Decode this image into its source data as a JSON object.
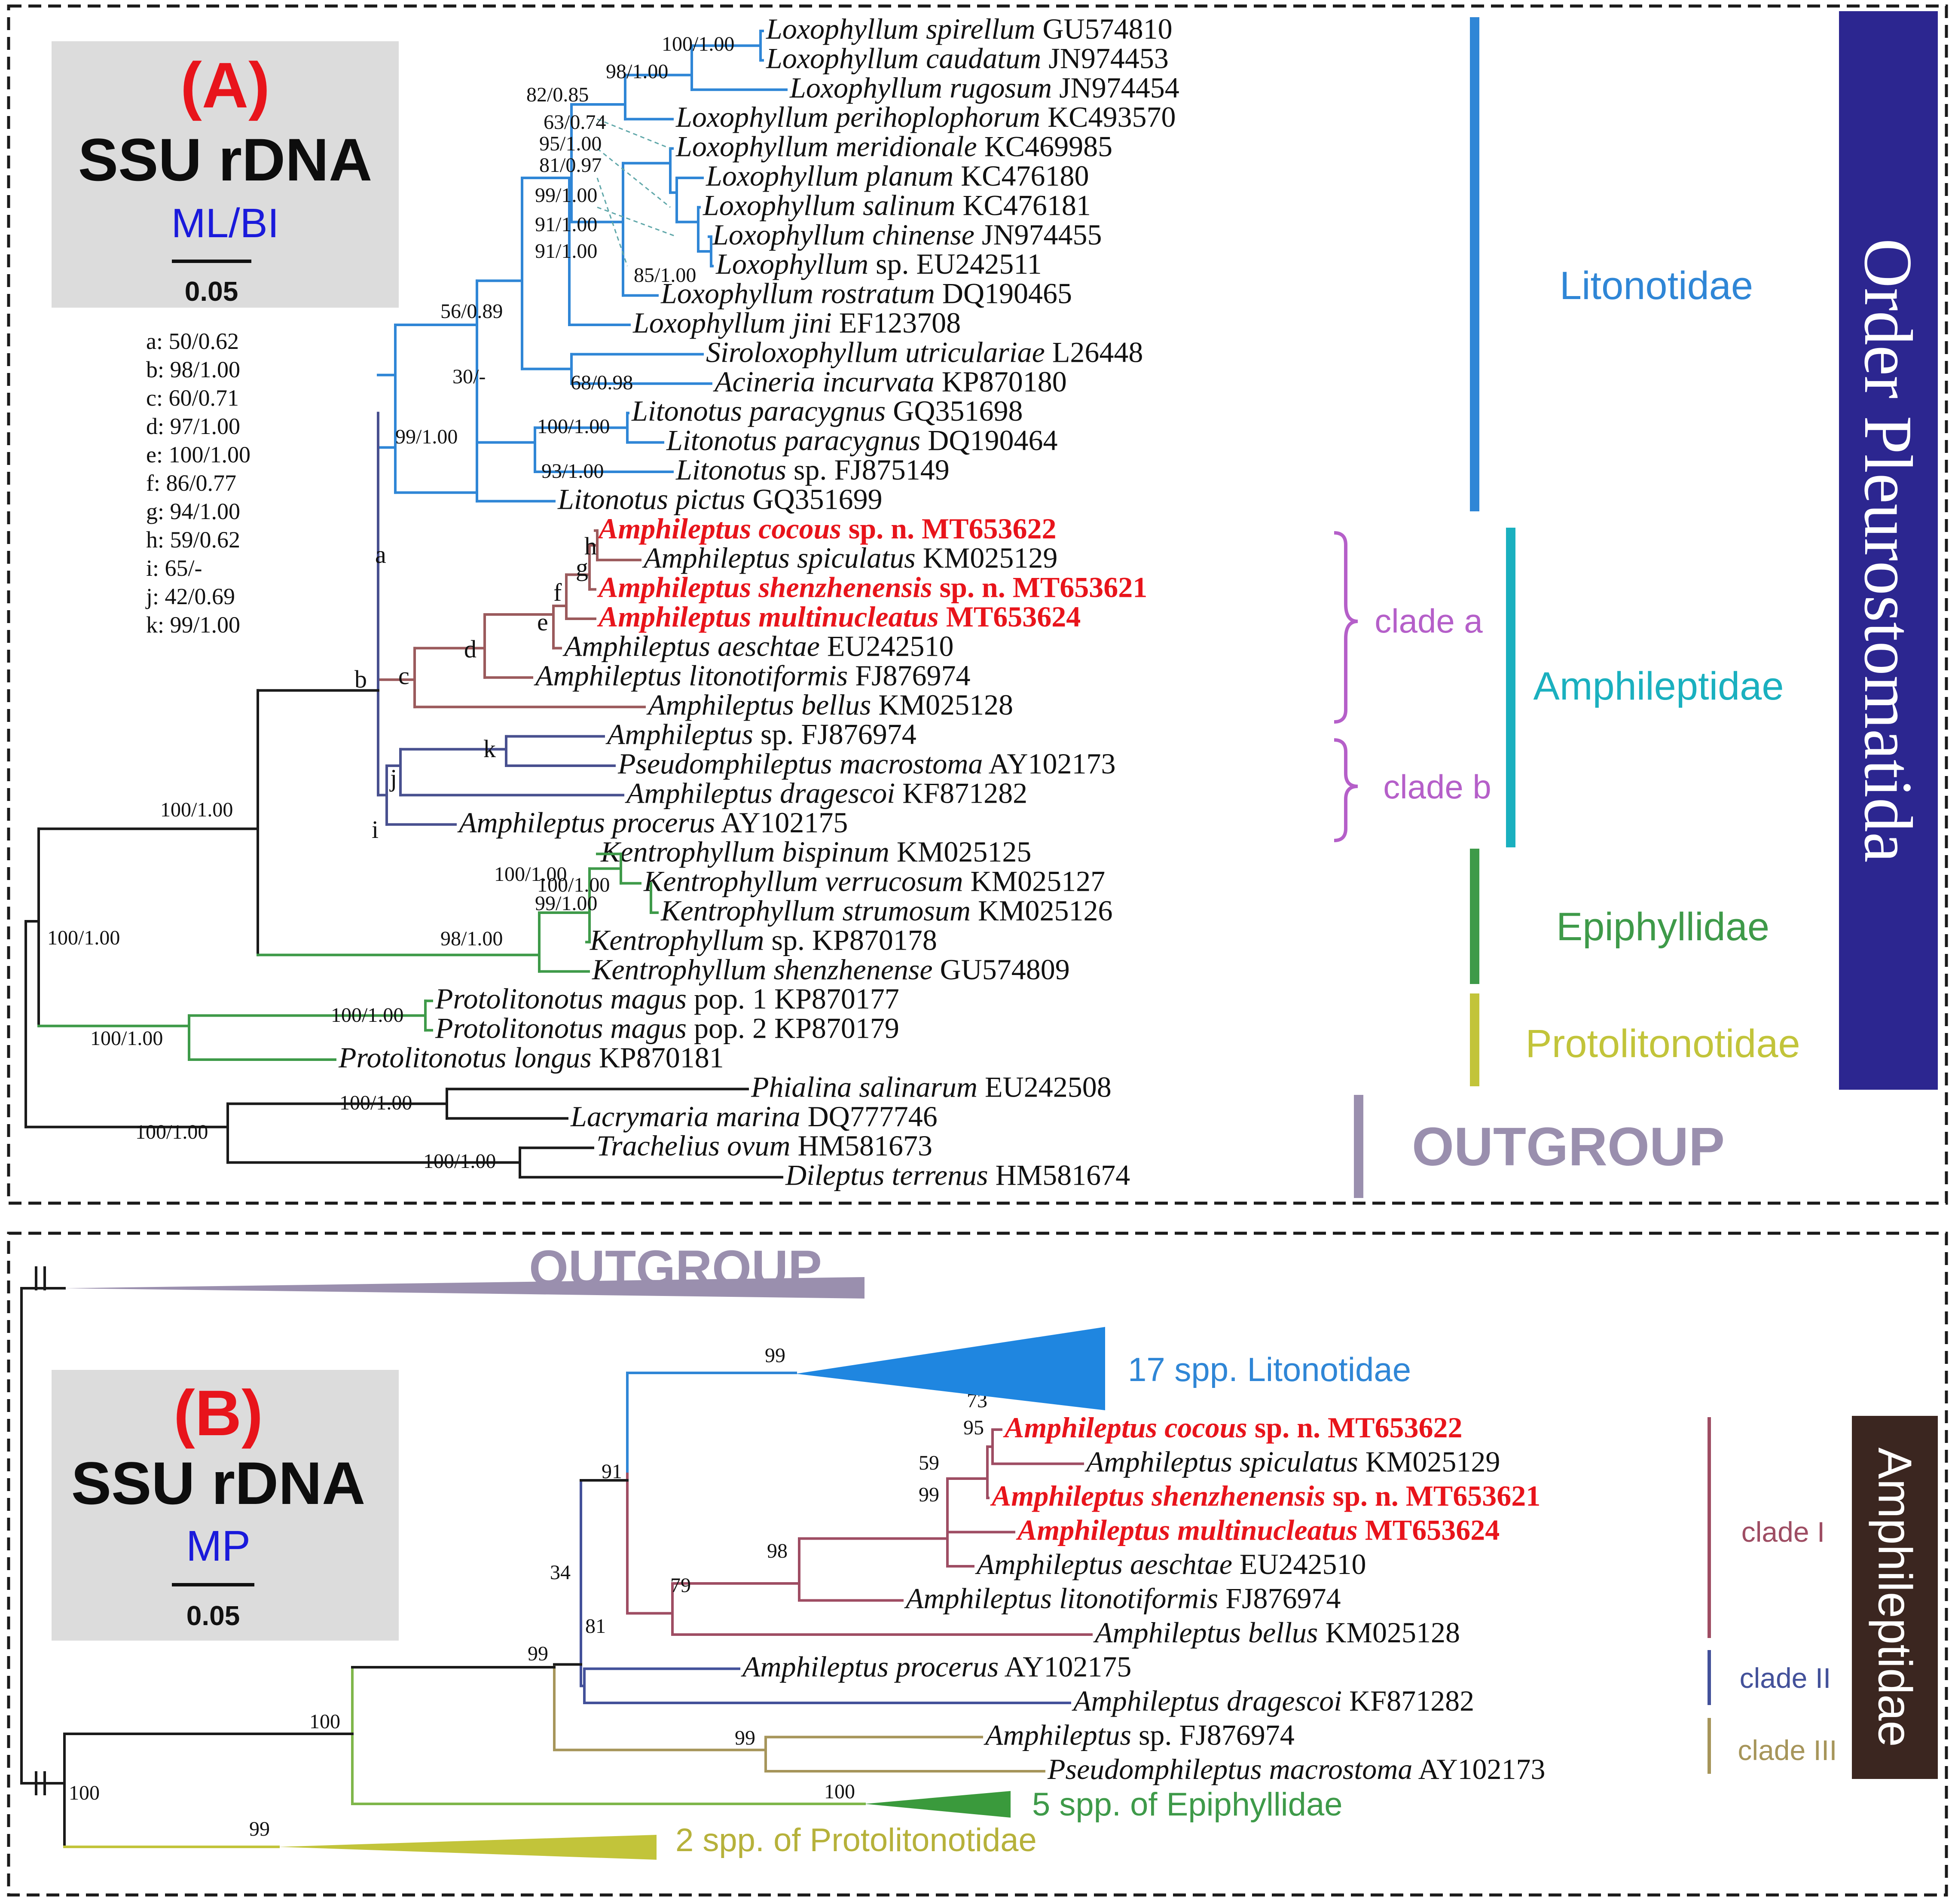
{
  "panel_a": {
    "label": "(A)",
    "marker": "SSU rDNA",
    "method": "ML/BI",
    "scale": "0.05",
    "node_legend": [
      "a: 50/0.62",
      "b: 98/1.00",
      "c: 60/0.71",
      "d: 97/1.00",
      "e: 100/1.00",
      "f: 86/0.77",
      "g: 94/1.00",
      "h: 59/0.62",
      "i: 65/-",
      "j: 42/0.69",
      "k: 99/1.00"
    ],
    "taxa": [
      {
        "genus": "Loxophyllum",
        "epithet": "spirellum",
        "acc": "GU574810",
        "new": false
      },
      {
        "genus": "Loxophyllum",
        "epithet": "caudatum",
        "acc": "JN974453",
        "new": false
      },
      {
        "genus": "Loxophyllum",
        "epithet": "rugosum",
        "acc": "JN974454",
        "new": false
      },
      {
        "genus": "Loxophyllum",
        "epithet": "perihoplophorum",
        "acc": "KC493570",
        "new": false
      },
      {
        "genus": "Loxophyllum",
        "epithet": "meridionale",
        "acc": "KC469985",
        "new": false
      },
      {
        "genus": "Loxophyllum",
        "epithet": "planum",
        "acc": "KC476180",
        "new": false
      },
      {
        "genus": "Loxophyllum",
        "epithet": "salinum",
        "acc": "KC476181",
        "new": false
      },
      {
        "genus": "Loxophyllum",
        "epithet": "chinense",
        "acc": "JN974455",
        "new": false
      },
      {
        "genus": "Loxophyllum",
        "epithet": "sp.",
        "acc": "EU242511",
        "new": false
      },
      {
        "genus": "Loxophyllum",
        "epithet": "rostratum",
        "acc": "DQ190465",
        "new": false
      },
      {
        "genus": "Loxophyllum",
        "epithet": "jini",
        "acc": "EF123708",
        "new": false
      },
      {
        "genus": "Siroloxophyllum",
        "epithet": "utriculariae",
        "acc": "L26448",
        "new": false
      },
      {
        "genus": "Acineria",
        "epithet": "incurvata",
        "acc": "KP870180",
        "new": false
      },
      {
        "genus": "Litonotus",
        "epithet": "paracygnus",
        "acc": "GQ351698",
        "new": false
      },
      {
        "genus": "Litonotus",
        "epithet": "paracygnus",
        "acc": "DQ190464",
        "new": false
      },
      {
        "genus": "Litonotus",
        "epithet": "sp.",
        "acc": "FJ875149",
        "new": false
      },
      {
        "genus": "Litonotus",
        "epithet": "pictus",
        "acc": "GQ351699",
        "new": false
      },
      {
        "genus": "Amphileptus",
        "epithet": "cocous",
        "suffix": "sp. n.",
        "acc": "MT653622",
        "new": true
      },
      {
        "genus": "Amphileptus",
        "epithet": "spiculatus",
        "acc": "KM025129",
        "new": false
      },
      {
        "genus": "Amphileptus",
        "epithet": "shenzhenensis",
        "suffix": "sp. n.",
        "acc": "MT653621",
        "new": true
      },
      {
        "genus": "Amphileptus",
        "epithet": "multinucleatus",
        "acc": "MT653624",
        "new": true
      },
      {
        "genus": "Amphileptus",
        "epithet": "aeschtae",
        "acc": "EU242510",
        "new": false
      },
      {
        "genus": "Amphileptus",
        "epithet": "litonotiformis",
        "acc": "FJ876974",
        "new": false
      },
      {
        "genus": "Amphileptus",
        "epithet": "bellus",
        "acc": "KM025128",
        "new": false
      },
      {
        "genus": "Amphileptus",
        "epithet": "sp.",
        "acc": "FJ876974",
        "new": false
      },
      {
        "genus": "Pseudomphileptus",
        "epithet": "macrostoma",
        "acc": "AY102173",
        "new": false
      },
      {
        "genus": "Amphileptus",
        "epithet": "dragescoi",
        "acc": "KF871282",
        "new": false
      },
      {
        "genus": "Amphileptus",
        "epithet": "procerus",
        "acc": "AY102175",
        "new": false
      },
      {
        "genus": "Kentrophyllum",
        "epithet": "bispinum",
        "acc": "KM025125",
        "new": false
      },
      {
        "genus": "Kentrophyllum",
        "epithet": "verrucosum",
        "acc": "KM025127",
        "new": false
      },
      {
        "genus": "Kentrophyllum",
        "epithet": "strumosum",
        "acc": "KM025126",
        "new": false
      },
      {
        "genus": "Kentrophyllum",
        "epithet": "sp.",
        "acc": "KP870178",
        "new": false
      },
      {
        "genus": "Kentrophyllum",
        "epithet": "shenzhenense",
        "acc": "GU574809",
        "new": false
      },
      {
        "genus": "Protolitonotus",
        "epithet": "magus",
        "suffix": "pop. 1",
        "acc": "KP870177",
        "new": false
      },
      {
        "genus": "Protolitonotus",
        "epithet": "magus",
        "suffix": "pop. 2",
        "acc": "KP870179",
        "new": false
      },
      {
        "genus": "Protolitonotus",
        "epithet": "longus",
        "acc": "KP870181",
        "new": false
      },
      {
        "genus": "Phialina",
        "epithet": "salinarum",
        "acc": "EU242508",
        "new": false
      },
      {
        "genus": "Lacrymaria",
        "epithet": "marina",
        "acc": "DQ777746",
        "new": false
      },
      {
        "genus": "Trachelius",
        "epithet": "ovum",
        "acc": "HM581673",
        "new": false
      },
      {
        "genus": "Dileptus",
        "epithet": "terrenus",
        "acc": "HM581674",
        "new": false
      }
    ],
    "supports": [
      "100/1.00",
      "98/1.00",
      "82/0.85",
      "63/0.74",
      "95/1.00",
      "81/0.97",
      "99/1.00",
      "91/1.00",
      "91/1.00",
      "85/1.00",
      "56/0.89",
      "68/0.98",
      "30/-",
      "100/1.00",
      "93/1.00",
      "99/1.00",
      "100/1.00",
      "100/1.00",
      "99/1.00",
      "98/1.00",
      "100/1.00",
      "100/1.00",
      "100/1.00",
      "100/1.00",
      "100/1.00",
      "100/1.00",
      "100/1.00"
    ],
    "node_letters": [
      "a",
      "b",
      "c",
      "d",
      "e",
      "f",
      "g",
      "h",
      "i",
      "j",
      "k"
    ],
    "families": {
      "litonotidae": "Litonotidae",
      "amphileptidae": "Amphileptidae",
      "epiphyllidae": "Epiphyllidae",
      "protolitonotidae": "Protolitonotidae",
      "outgroup": "OUTGROUP"
    },
    "clades": {
      "a": "clade a",
      "b": "clade b"
    },
    "order": "Order Pleurostomatida"
  },
  "panel_b": {
    "label": "(B)",
    "marker": "SSU rDNA",
    "method": "MP",
    "scale": "0.05",
    "outgroup": "OUTGROUP",
    "collapsed": {
      "litonotidae": "17 spp. Litonotidae",
      "epiphyllidae": "5 spp. of Epiphyllidae",
      "protolitonotidae": "2 spp. of Protolitonotidae"
    },
    "taxa": [
      {
        "genus": "Amphileptus",
        "epithet": "cocous",
        "suffix": "sp. n.",
        "acc": "MT653622",
        "new": true
      },
      {
        "genus": "Amphileptus",
        "epithet": "spiculatus",
        "acc": "KM025129",
        "new": false
      },
      {
        "genus": "Amphileptus",
        "epithet": "shenzhenensis",
        "suffix": "sp. n.",
        "acc": "MT653621",
        "new": true
      },
      {
        "genus": "Amphileptus",
        "epithet": "multinucleatus",
        "acc": "MT653624",
        "new": true
      },
      {
        "genus": "Amphileptus",
        "epithet": "aeschtae",
        "acc": "EU242510",
        "new": false
      },
      {
        "genus": "Amphileptus",
        "epithet": "litonotiformis",
        "acc": "FJ876974",
        "new": false
      },
      {
        "genus": "Amphileptus",
        "epithet": "bellus",
        "acc": "KM025128",
        "new": false
      },
      {
        "genus": "Amphileptus",
        "epithet": "procerus",
        "acc": "AY102175",
        "new": false
      },
      {
        "genus": "Amphileptus",
        "epithet": "dragescoi",
        "acc": "KF871282",
        "new": false
      },
      {
        "genus": "Amphileptus",
        "epithet": "sp.",
        "acc": "FJ876974",
        "new": false
      },
      {
        "genus": "Pseudomphileptus",
        "epithet": "macrostoma",
        "acc": "AY102173",
        "new": false
      }
    ],
    "supports": [
      "99",
      "91",
      "73",
      "95",
      "59",
      "99",
      "98",
      "79",
      "34",
      "81",
      "99",
      "99",
      "100",
      "100",
      "100",
      "99"
    ],
    "clades": {
      "i": "clade I",
      "ii": "clade II",
      "iii": "clade III"
    },
    "family": "Amphileptidae"
  },
  "colors": {
    "litonotidae": "#2f86d6",
    "amphileptidae": "#1ab0bf",
    "epiphyllidae": "#3e9a49",
    "protolitonotidae": "#c2c43a",
    "outgroup": "#9a8fae",
    "clade_a": "#9b5a5c",
    "clade_b": "#48508f",
    "clade_bracket": "#b55fc9",
    "new_species": "#e8141b",
    "method_label": "#1a1adb",
    "order_box": "#2c2690",
    "amphileptidae_box": "#3b2620",
    "clade_i": "#9e4d63",
    "clade_ii": "#43519a",
    "clade_iii": "#a6955a",
    "gray_box": "#dcdcdc"
  }
}
